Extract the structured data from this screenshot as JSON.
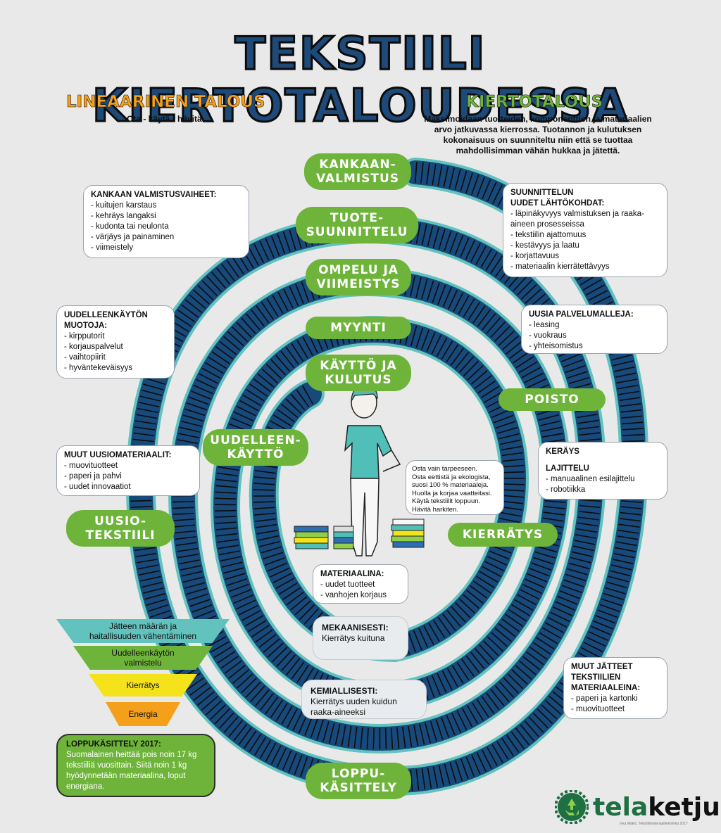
{
  "title": "TEKSTIILI KIERTOTALOUDESSA",
  "linear": {
    "heading": "LINEAARINEN TALOUS",
    "subtitle": "Ota - käytä - hävitä"
  },
  "circular": {
    "heading": "KIERTOTALOUS",
    "description": "Maksimoidaan tuotteiden, komponenttien ja materiaalien arvo jatkuvassa kierrossa. Tuotannon ja kulutuksen kokonaisuus on suunniteltu niin että se tuottaa mahdollisimman vähän hukkaa ja jätettä."
  },
  "stages": {
    "kankaan": "KANKAAN-\nVALMISTUS",
    "tuote": "TUOTE-\nSUUNNITTELU",
    "ompelu": "OMPELU JA\nVIIMEISTYS",
    "myynti": "MYYNTI",
    "kaytto": "KÄYTTÖ JA\nKULUTUS",
    "poisto": "POISTO",
    "uudelleen": "UUDELLEEN-\nKÄYTTÖ",
    "kierratys": "KIERRÄTYS",
    "uusio": "UUSIO-\nTEKSTIILI",
    "loppu": "LOPPU-\nKÄSITTELY"
  },
  "boxes": {
    "kankaan_vaiheet": {
      "title": "KANKAAN VALMISTUSVAIHEET:",
      "items": [
        "kuitujen karstaus",
        "kehräys langaksi",
        "kudonta tai neulonta",
        "värjäys ja painaminen",
        "viimeistely"
      ]
    },
    "suunnittelu": {
      "title": "SUUNNITTELUN\nUUDET LÄHTÖKOHDAT:",
      "items": [
        "läpinäkyvyys valmistuksen ja raaka-aineen prosesseissa",
        "tekstiilin ajattomuus",
        "kestävyys ja laatu",
        "korjattavuus",
        "materiaalin kierrätettävyys"
      ]
    },
    "uudelleenkaytto": {
      "title": "UUDELLEENKÄYTÖN\nMUOTOJA:",
      "items": [
        "kirpputorit",
        "korjauspalvelut",
        "vaihtopiirit",
        "hyväntekeväisyys"
      ]
    },
    "palvelumallit": {
      "title": "UUSIA PALVELUMALLEJA:",
      "items": [
        "leasing",
        "vuokraus",
        "yhteisomistus"
      ]
    },
    "uusiomateriaalit": {
      "title": "MUUT UUSIOMATERIAALIT:",
      "items": [
        "muovituotteet",
        "paperi ja pahvi",
        "uudet innovaatiot"
      ]
    },
    "keraily": {
      "title": "KERÄYS",
      "title2": "LAJITTELU",
      "items": [
        "manuaalinen esilajittelu",
        "robotiikka"
      ]
    },
    "materiaalina": {
      "title": "MATERIAALINA:",
      "items": [
        "uudet tuotteet",
        "vanhojen korjaus"
      ]
    },
    "muut_jatteet": {
      "title": "MUUT JÄTTEET\nTEKSTIILIEN\nMATERIAALEINA:",
      "items": [
        "paperi ja kartonki",
        "muovituotteet"
      ]
    }
  },
  "gray_boxes": {
    "mekaanisesti": {
      "title": "MEKAANISESTI:",
      "text": "Kierrätys kuituna"
    },
    "kemiallisesti": {
      "title": "KEMIALLISESTI:",
      "text": "Kierrätys uuden kuidun raaka-aineeksi"
    }
  },
  "tips": [
    "Osta vain tarpeeseen.",
    "Osta eettistä ja ekologista,",
    "suosi 100 % materiaaleja.",
    "Huolla ja korjaa vaatteitasi.",
    "Käytä tekstiilit loppuun.",
    "Hävitä harkiten."
  ],
  "pyramid": [
    {
      "label": "Jätteen määrän ja\nhaitallisuuden vähentäminen",
      "color": "#62c2bd"
    },
    {
      "label": "Uudelleenkäytön\nvalmistelu",
      "color": "#6fb43a"
    },
    {
      "label": "Kierrätys",
      "color": "#f4e21a"
    },
    {
      "label": "Energia",
      "color": "#f5a01a"
    }
  ],
  "loppukasittely": {
    "title": "LOPPUKÄSITTELY 2017:",
    "text": "Suomalainen heittää pois noin 17 kg tekstiiliä vuosittain. Siitä noin 1 kg hyödynnetään materiaalina, loput energiana."
  },
  "logo": {
    "brand_a": "tela",
    "brand_b": "ketju",
    "credit": "Inka Mäkiö, Tekstiilimateriaalitekniikka 2017"
  },
  "colors": {
    "spiral": "#17497a",
    "spiral_edge": "#62c2bd",
    "green": "#6fb43a",
    "orange": "#f5a01a",
    "logo": "#1e6f42"
  }
}
